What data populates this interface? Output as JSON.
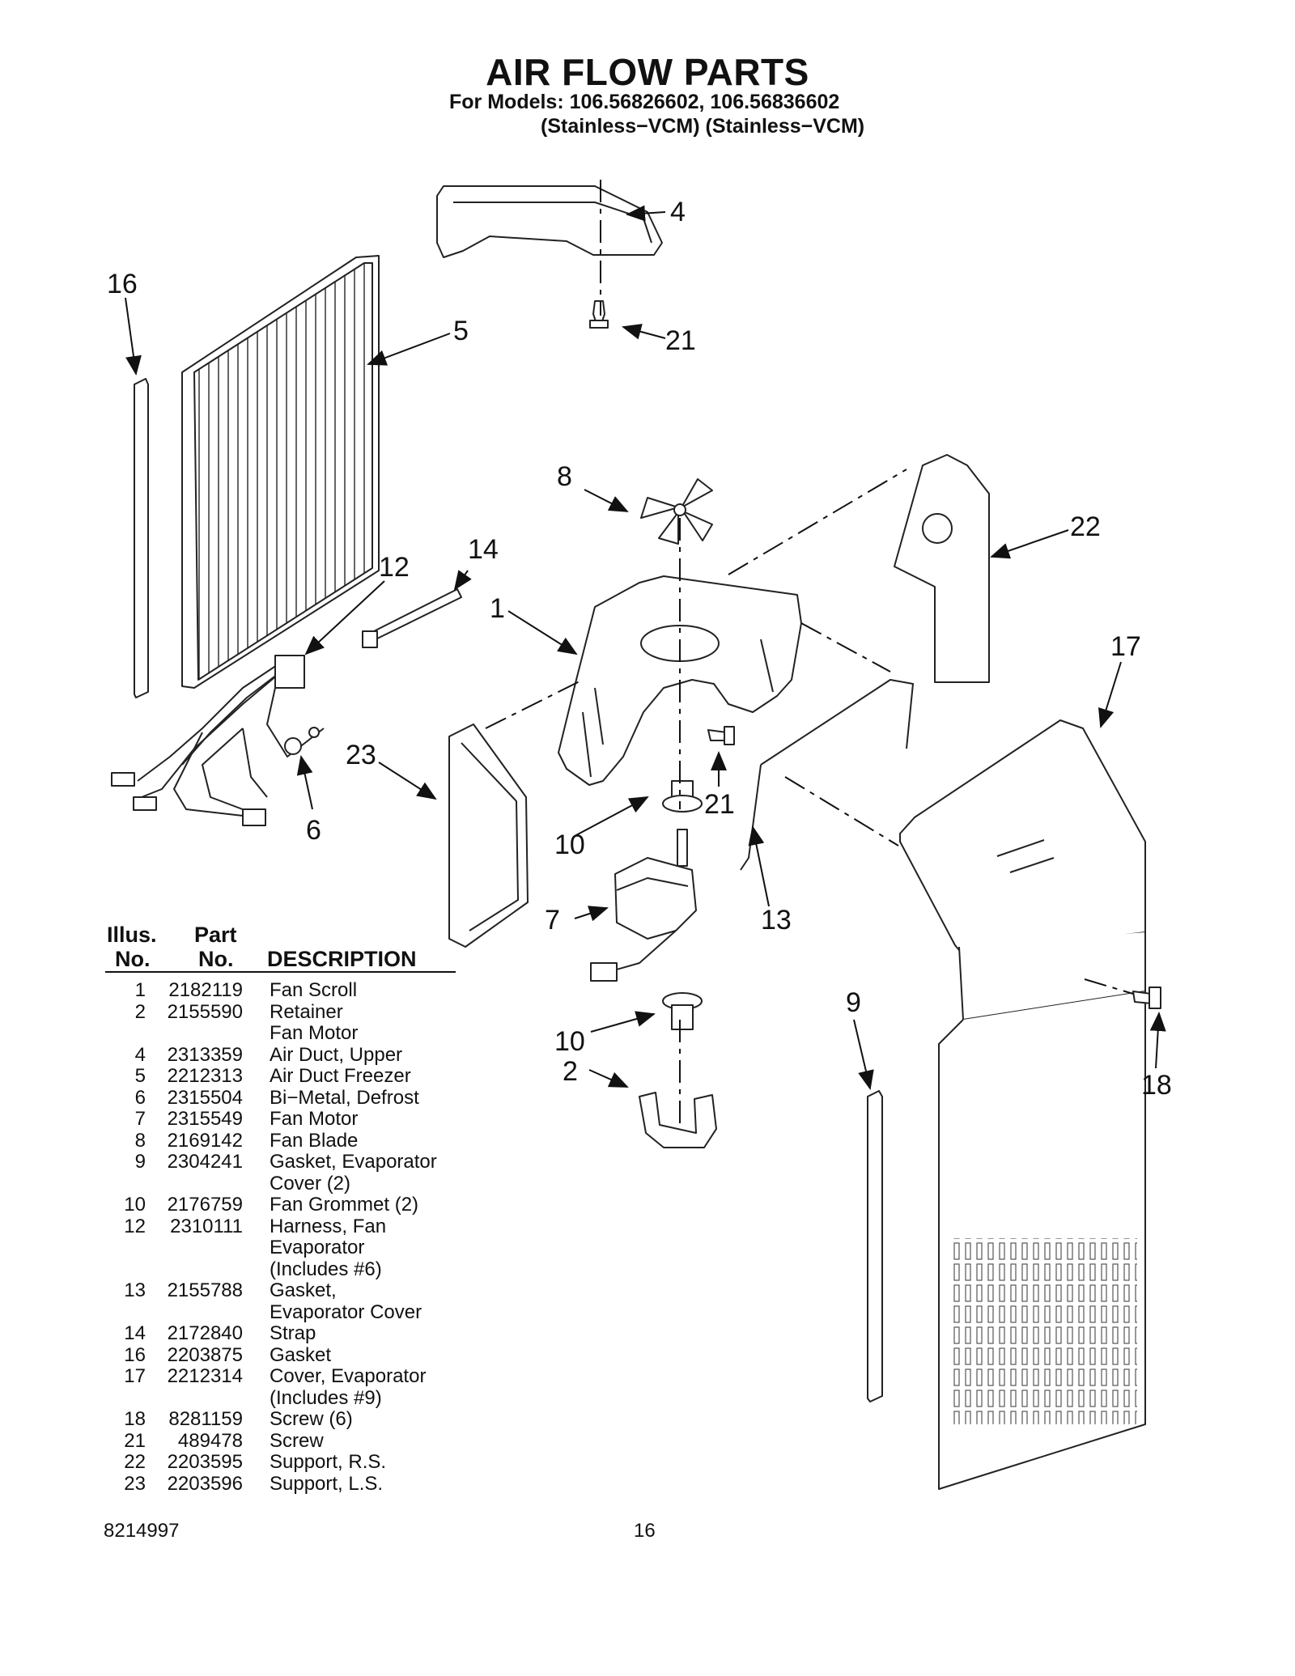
{
  "header": {
    "title": "AIR FLOW PARTS",
    "models_line": "For Models: 106.56826602, 106.56836602",
    "variants_line": "(Stainless−VCM) (Stainless−VCM)"
  },
  "diagram_callouts": [
    "16",
    "5",
    "4",
    "21",
    "8",
    "22",
    "14",
    "12",
    "1",
    "17",
    "23",
    "6",
    "21",
    "10",
    "7",
    "13",
    "9",
    "10",
    "2",
    "18"
  ],
  "table": {
    "headers": {
      "illus_line1": "Illus.",
      "illus_line2": "No.",
      "part_line1": "Part",
      "part_line2": "No.",
      "description": "DESCRIPTION"
    },
    "rows": [
      {
        "no": "1",
        "part": "2182119",
        "desc": "Fan Scroll"
      },
      {
        "no": "2",
        "part": "2155590",
        "desc": "Retainer"
      },
      {
        "no": "",
        "part": "",
        "desc": "Fan Motor"
      },
      {
        "no": "4",
        "part": "2313359",
        "desc": "Air Duct, Upper"
      },
      {
        "no": "5",
        "part": "2212313",
        "desc": "Air Duct Freezer"
      },
      {
        "no": "6",
        "part": "2315504",
        "desc": "Bi−Metal, Defrost"
      },
      {
        "no": "7",
        "part": "2315549",
        "desc": "Fan Motor"
      },
      {
        "no": "8",
        "part": "2169142",
        "desc": "Fan Blade"
      },
      {
        "no": "9",
        "part": "2304241",
        "desc": "Gasket, Evaporator"
      },
      {
        "no": "",
        "part": "",
        "desc": "Cover (2)"
      },
      {
        "no": "10",
        "part": "2176759",
        "desc": "Fan Grommet (2)"
      },
      {
        "no": "12",
        "part": "2310111",
        "desc": "Harness, Fan"
      },
      {
        "no": "",
        "part": "",
        "desc": "Evaporator"
      },
      {
        "no": "",
        "part": "",
        "desc": "(Includes #6)"
      },
      {
        "no": "13",
        "part": "2155788",
        "desc": "Gasket,"
      },
      {
        "no": "",
        "part": "",
        "desc": "Evaporator Cover"
      },
      {
        "no": "14",
        "part": "2172840",
        "desc": "Strap"
      },
      {
        "no": "16",
        "part": "2203875",
        "desc": "Gasket"
      },
      {
        "no": "17",
        "part": "2212314",
        "desc": "Cover, Evaporator"
      },
      {
        "no": "",
        "part": "",
        "desc": "(Includes #9)"
      },
      {
        "no": "18",
        "part": "8281159",
        "desc": "Screw (6)"
      },
      {
        "no": "21",
        "part": "489478",
        "desc": "Screw"
      },
      {
        "no": "22",
        "part": "2203595",
        "desc": "Support, R.S."
      },
      {
        "no": "23",
        "part": "2203596",
        "desc": "Support, L.S."
      }
    ]
  },
  "footer": {
    "doc_number": "8214997",
    "page_number": "16"
  }
}
